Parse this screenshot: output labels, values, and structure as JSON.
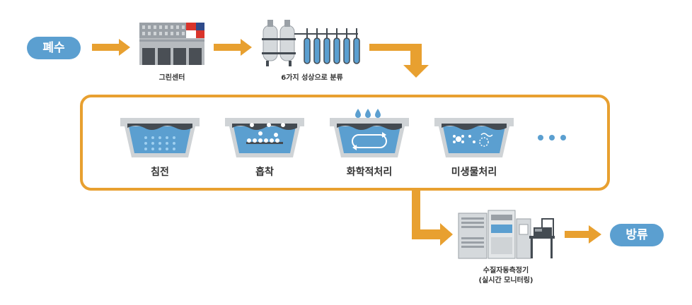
{
  "inputs": {
    "wastewater": "폐수"
  },
  "outputs": {
    "discharge": "방류"
  },
  "stages": {
    "green_center": "그린센터",
    "sorting": "6가지 성상으로 분류",
    "monitor_line1": "수질자동측정기",
    "monitor_line2": "(실시간 모니터링)"
  },
  "processes": [
    {
      "label": "침전"
    },
    {
      "label": "흡착"
    },
    {
      "label": "화학적처리"
    },
    {
      "label": "미생물처리"
    }
  ],
  "colors": {
    "arrow": "#e8a030",
    "pill": "#5b9fd0",
    "water": "#5b9fd0",
    "tank_frame": "#cfd3d6",
    "dark": "#444b52"
  },
  "icons": {
    "more": "more-dots-icon"
  }
}
